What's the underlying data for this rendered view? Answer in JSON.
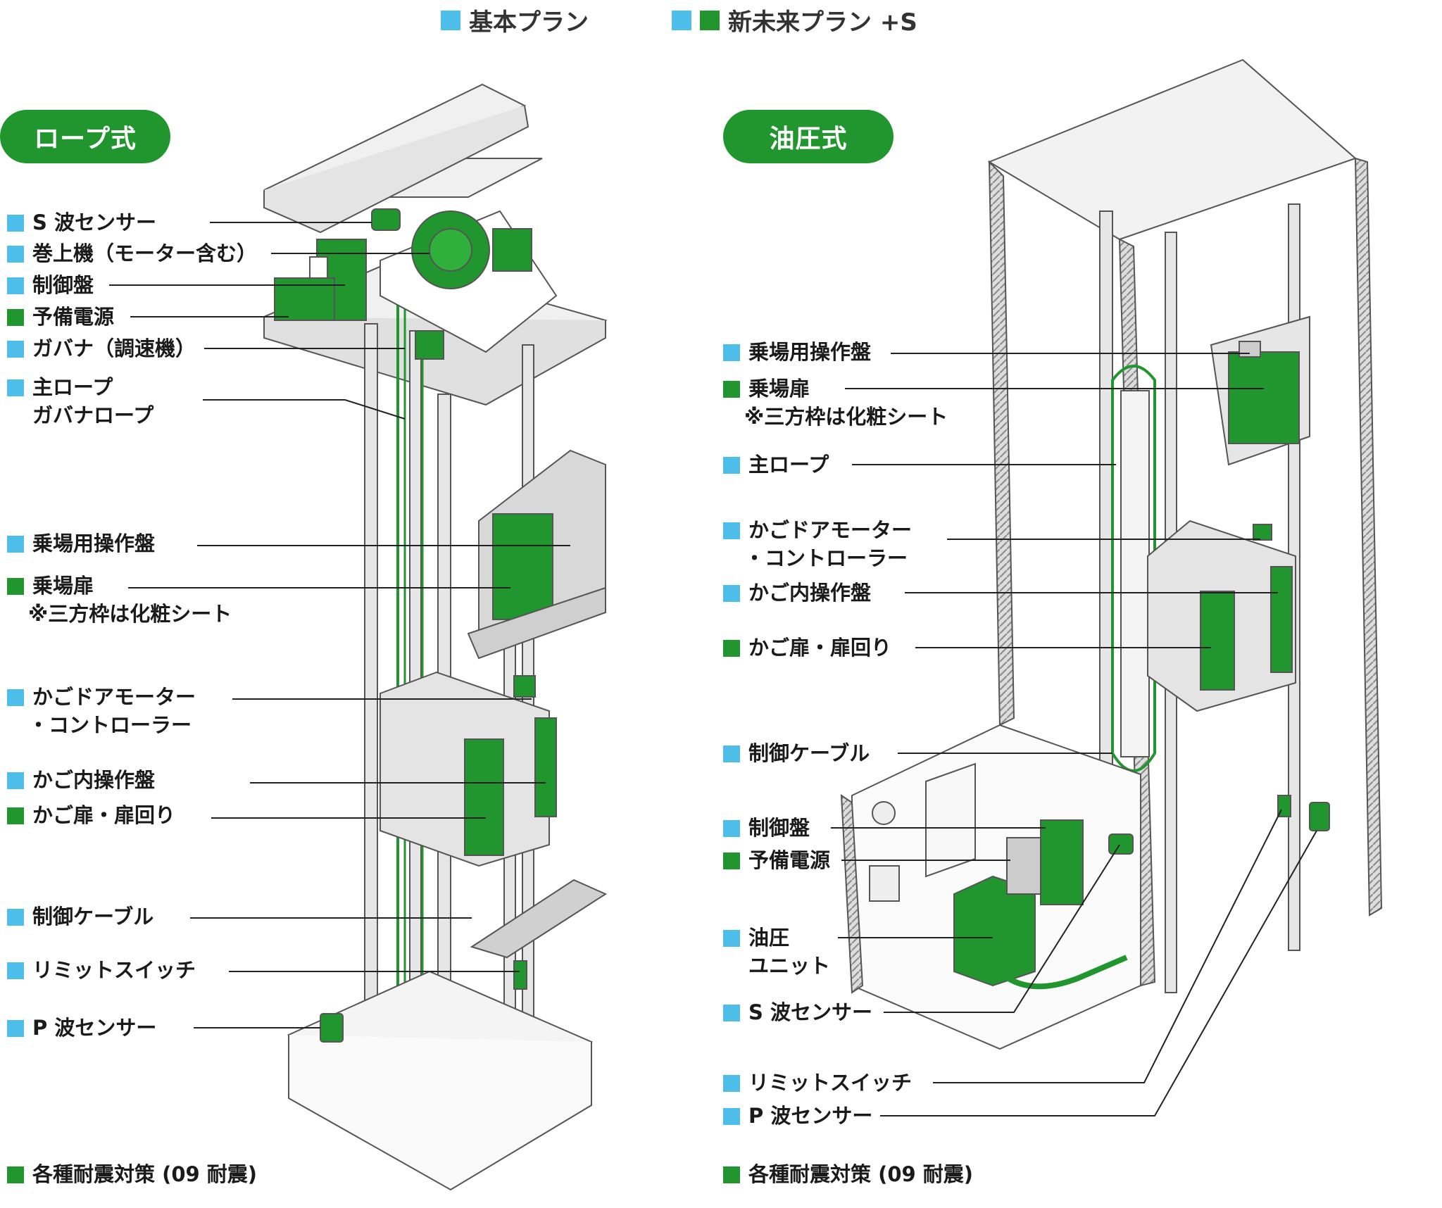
{
  "legend": {
    "basic": "基本プラン",
    "plus": "新未来プラン +S"
  },
  "colors": {
    "blue": "#4dbde9",
    "green": "#22962e",
    "outline": "#555555"
  },
  "rope": {
    "title": "ロープ式",
    "labels": [
      {
        "text": "S 波センサー",
        "color": "blue"
      },
      {
        "text": "巻上機（モーター含む）",
        "color": "blue"
      },
      {
        "text": "制御盤",
        "color": "blue"
      },
      {
        "text": "予備電源",
        "color": "green"
      },
      {
        "text": "ガバナ（調速機）",
        "color": "blue"
      },
      {
        "text": "主ロープ",
        "text2": "ガバナロープ",
        "color": "blue"
      },
      {
        "text": "乗場用操作盤",
        "color": "blue"
      },
      {
        "text": "乗場扉",
        "text2": "※三方枠は化粧シート",
        "color": "green"
      },
      {
        "text": "かごドアモーター",
        "text2": "・コントローラー",
        "color": "blue"
      },
      {
        "text": "かご内操作盤",
        "color": "blue"
      },
      {
        "text": "かご扉・扉回り",
        "color": "green"
      },
      {
        "text": "制御ケーブル",
        "color": "blue"
      },
      {
        "text": "リミットスイッチ",
        "color": "blue"
      },
      {
        "text": "P 波センサー",
        "color": "blue"
      },
      {
        "text": "各種耐震対策 (09 耐震)",
        "color": "green"
      }
    ]
  },
  "hydraulic": {
    "title": "油圧式",
    "labels": [
      {
        "text": "乗場用操作盤",
        "color": "blue"
      },
      {
        "text": "乗場扉",
        "text2": "※三方枠は化粧シート",
        "color": "green"
      },
      {
        "text": "主ロープ",
        "color": "blue"
      },
      {
        "text": "かごドアモーター",
        "text2": "・コントローラー",
        "color": "blue"
      },
      {
        "text": "かご内操作盤",
        "color": "blue"
      },
      {
        "text": "かご扉・扉回り",
        "color": "green"
      },
      {
        "text": "制御ケーブル",
        "color": "blue"
      },
      {
        "text": "制御盤",
        "color": "blue"
      },
      {
        "text": "予備電源",
        "color": "green"
      },
      {
        "text": "油圧",
        "text2": "ユニット",
        "color": "blue"
      },
      {
        "text": "S 波センサー",
        "color": "blue"
      },
      {
        "text": "リミットスイッチ",
        "color": "blue"
      },
      {
        "text": "P 波センサー",
        "color": "blue"
      },
      {
        "text": "各種耐震対策 (09 耐震)",
        "color": "green"
      }
    ]
  }
}
